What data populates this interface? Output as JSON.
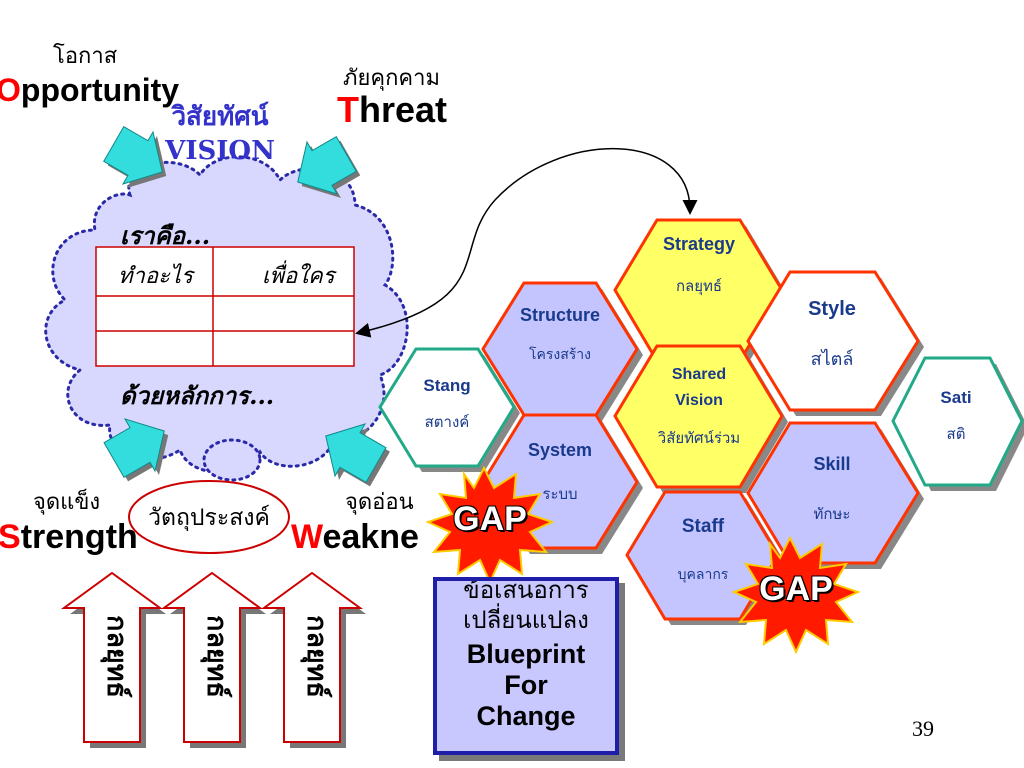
{
  "opportunity": {
    "thai": "โอกาส",
    "first": "O",
    "rest": "pportunity"
  },
  "threat": {
    "thai": "ภัยคุกคาม",
    "first": "T",
    "rest": "hreat"
  },
  "strength": {
    "thai": "จุดแข็ง",
    "first": "S",
    "rest": "trength"
  },
  "weakness": {
    "thai": "จุดอ่อน",
    "first": "W",
    "rest": "eakne"
  },
  "vision": {
    "thai": "วิสัยทัศน์",
    "en": "VISION"
  },
  "cloud": {
    "heading": "เราคือ...",
    "table_headers": [
      "ทำอะไร",
      "เพื่อใคร"
    ],
    "footer": "ด้วยหลักการ..."
  },
  "objective": "วัตถุประสงค์",
  "strategy_arrows": [
    "กลยุทธ์",
    "กลยุทธ์",
    "กลยุทธ์"
  ],
  "hexagons": {
    "strategy": {
      "title": "Strategy",
      "sub": "กลยุทธ์"
    },
    "structure": {
      "title": "Structure",
      "sub": "โครงสร้าง"
    },
    "shared": {
      "title1": "Shared",
      "title2": "Vision",
      "sub": "วิสัยทัศน์ร่วม"
    },
    "style": {
      "title": "Style",
      "sub": "สไตล์"
    },
    "stang": {
      "title": "Stang",
      "sub": "สตางค์"
    },
    "system": {
      "title": "System",
      "sub": "ระบบ"
    },
    "staff": {
      "title": "Staff",
      "sub": "บุคลากร"
    },
    "skill": {
      "title": "Skill",
      "sub": "ทักษะ"
    },
    "sati": {
      "title": "Sati",
      "sub": "สติ"
    }
  },
  "gap_label": "GAP",
  "blueprint": {
    "thai1": "ข้อเสนอการ",
    "thai2": "เปลี่ยนแปลง",
    "en1": "Blueprint",
    "en2": "For",
    "en3": "Change"
  },
  "page_number": "39",
  "colors": {
    "red": "#ff0000",
    "cyan_arrow": "#33dddd",
    "cloud_border": "#2a2aa8",
    "cloud_fill": "#d8d8ff",
    "hex_purple": "#c4c4ff",
    "hex_yellow": "#ffff66",
    "hex_white": "#ffffff",
    "hex_red_border": "#ff3300",
    "hex_teal_border": "#22aa88",
    "gap_fill": "#ff1a00"
  }
}
